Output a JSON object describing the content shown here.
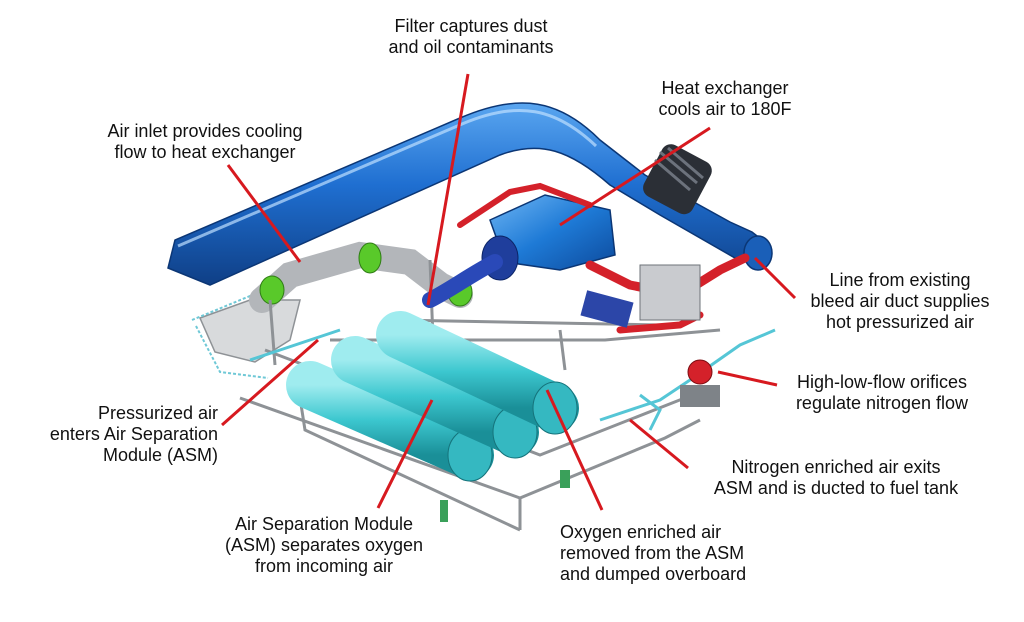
{
  "callouts": {
    "filter": [
      "Filter captures dust",
      "and oil contaminants"
    ],
    "heat_exchanger": [
      "Heat exchanger",
      "cools air to 180F"
    ],
    "air_inlet": [
      "Air inlet provides cooling",
      "flow to heat exchanger"
    ],
    "bleed_line": [
      "Line from existing",
      "bleed air duct supplies",
      "hot pressurized air"
    ],
    "orifices": [
      "High-low-flow orifices",
      "regulate nitrogen flow"
    ],
    "pressurized_air": [
      "Pressurized air",
      "enters Air Separation",
      "Module (ASM)"
    ],
    "nitrogen": [
      "Nitrogen enriched air exits",
      "ASM and is ducted to fuel tank"
    ],
    "asm": [
      "Air Separation Module",
      "(ASM) separates oxygen",
      "from incoming air"
    ],
    "oxygen": [
      "Oxygen enriched air",
      "removed from the ASM",
      "and dumped overboard"
    ]
  },
  "colors": {
    "leader_line": "#d7191f",
    "duct_blue": "#1f6fd1",
    "asm_cyan": "#3cc7cf",
    "frame_gray": "#a9adb2",
    "coupling_green": "#59c92a",
    "hot_line_red": "#d4212a",
    "heat_exchanger_blue": "#1e7ad6"
  }
}
